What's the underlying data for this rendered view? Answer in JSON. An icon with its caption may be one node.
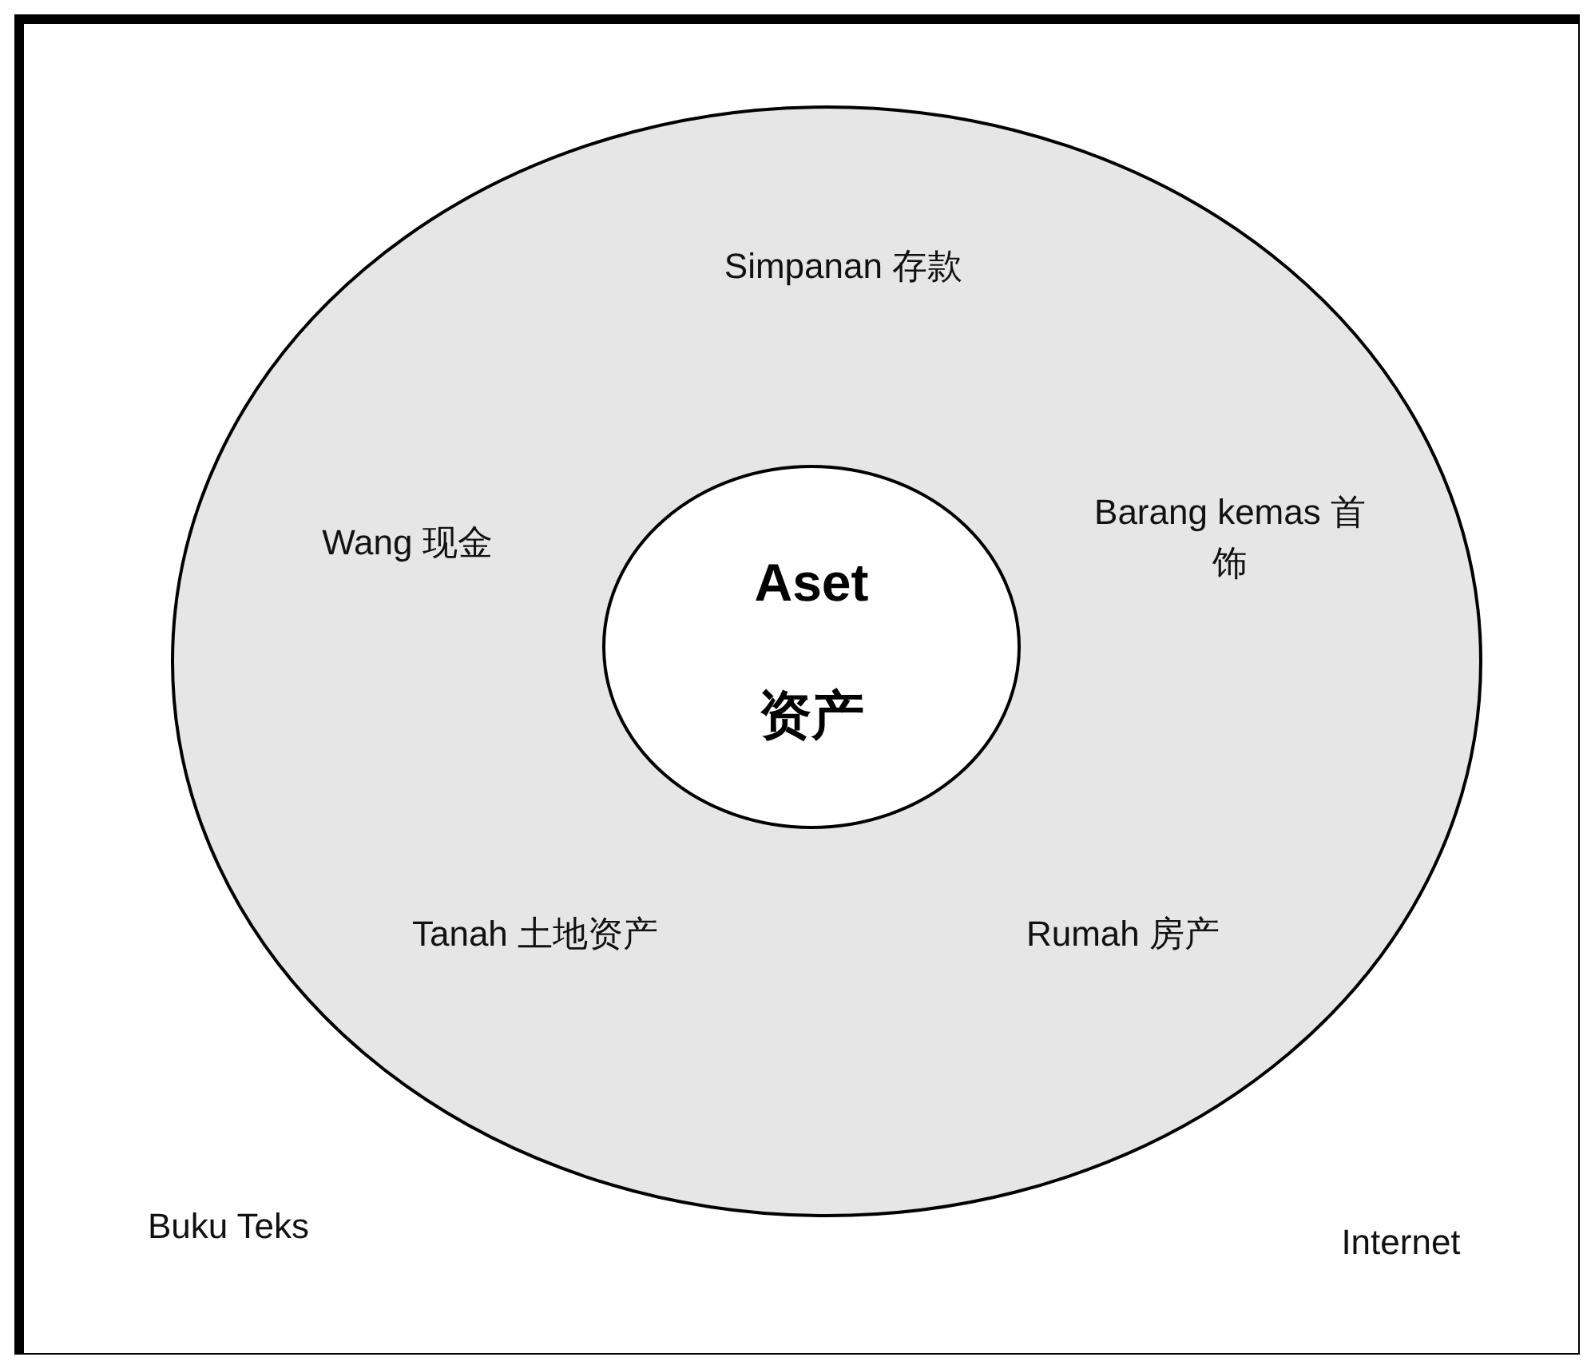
{
  "diagram": {
    "nodes": [
      {
        "text": [],
        "shape": "circle"
      },
      {
        "text": [
          "Aset",
          "资产"
        ],
        "in": 0
      }
    ],
    "labels": [
      "Simpanan 存款",
      "Wang 现金",
      "Barang kemas 首饰",
      "Tanah 土地资产",
      "Rumah 房产",
      "Buku Teks",
      "Internet"
    ]
  }
}
